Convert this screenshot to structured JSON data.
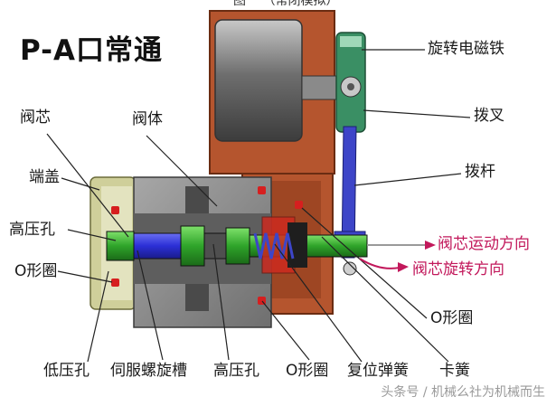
{
  "title": "P-A口常通",
  "caption": "图一 （常闭模拟）",
  "labels": {
    "rotary_solenoid": "旋转电磁铁",
    "fork": "拨叉",
    "lever": "拨杆",
    "spool_motion": "阀芯运动方向",
    "spool_rotation": "阀芯旋转方向",
    "spool": "阀芯",
    "body": "阀体",
    "end_cap": "端盖",
    "hp_port_left": "高压孔",
    "oring_left": "O形圈",
    "oring_right": "O形圈",
    "lp_port": "低压孔",
    "servo_groove": "伺服螺旋槽",
    "hp_port_bottom": "高压孔",
    "oring_bottom": "O形圈",
    "return_spring": "复位弹簧",
    "clip_spring": "卡簧"
  },
  "watermark": "头条号 / 机械么社为机械而生",
  "colors": {
    "solenoid_housing": "#b5552e",
    "valve_body": "#8c8c8c",
    "end_cap": "#cfcf9a",
    "spool_green": "#35b52e",
    "spool_blue": "#2b2fd6",
    "fork_green": "#3a8f64",
    "lever_blue": "#3d45c8",
    "oring_red": "#d61f1f",
    "arrow_pink": "#c2185b"
  }
}
